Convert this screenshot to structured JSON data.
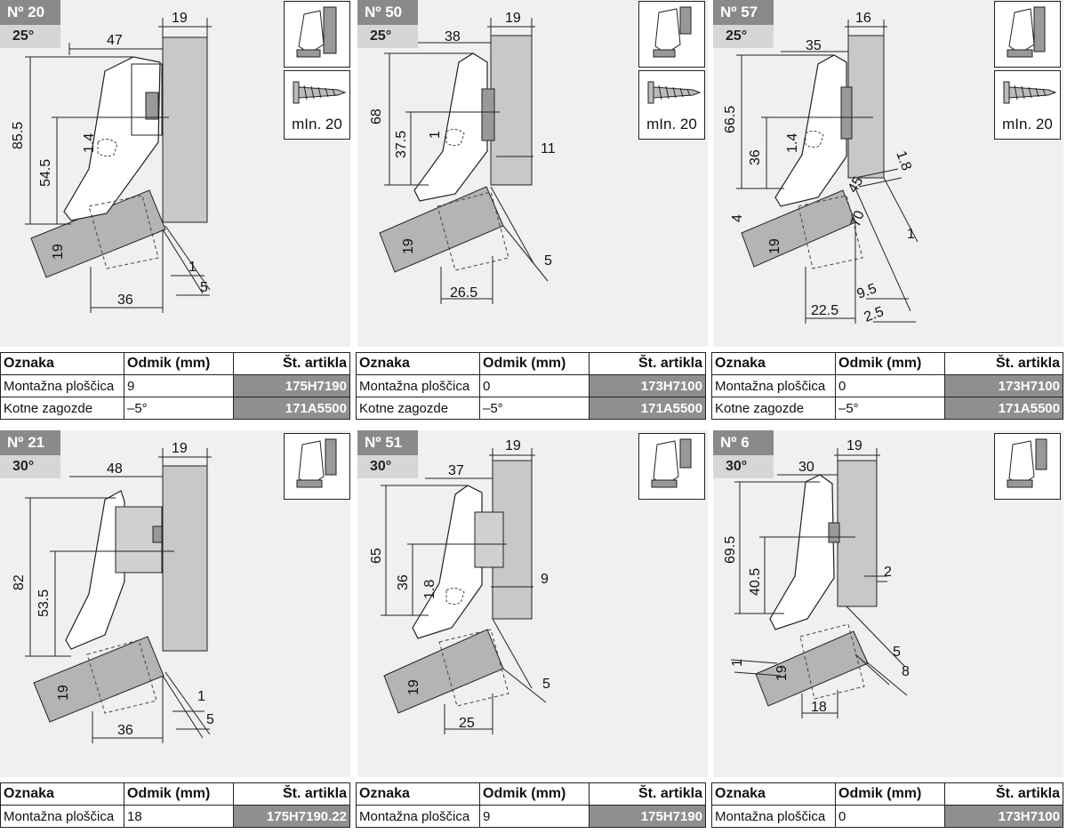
{
  "screw_label": "mIn. 20",
  "table_headers": {
    "designation": "Oznaka",
    "offset": "Odmik (mm)",
    "article": "Št. artikla"
  },
  "panels": [
    {
      "id": "p20",
      "number": "Nº 20",
      "angle": "25°",
      "screw": true,
      "dims": [
        "19",
        "47",
        "85.5",
        "54.5",
        "1.4",
        "19",
        "36",
        "1",
        "5"
      ],
      "rows": [
        {
          "designation": "Montažna ploščica",
          "offset": "9",
          "article": "175H7190"
        },
        {
          "designation": "Kotne zagozde",
          "offset": "–5°",
          "article": "171A5500"
        }
      ]
    },
    {
      "id": "p50",
      "number": "Nº 50",
      "angle": "25°",
      "screw": true,
      "dims": [
        "19",
        "38",
        "68",
        "37.5",
        "1",
        "11",
        "19",
        "26.5",
        "5"
      ],
      "rows": [
        {
          "designation": "Montažna ploščica",
          "offset": "0",
          "article": "173H7100"
        },
        {
          "designation": "Kotne zagozde",
          "offset": "–5°",
          "article": "171A5500"
        }
      ]
    },
    {
      "id": "p57",
      "number": "Nº 57",
      "angle": "25°",
      "screw": true,
      "dims": [
        "16",
        "35",
        "66.5",
        "36",
        "1.4",
        "1.8",
        "45",
        "70",
        "4",
        "19",
        "1",
        "22.5",
        "9.5",
        "2.5"
      ],
      "rows": [
        {
          "designation": "Montažna ploščica",
          "offset": "0",
          "article": "173H7100"
        },
        {
          "designation": "Kotne zagozde",
          "offset": "–5°",
          "article": "171A5500"
        }
      ]
    },
    {
      "id": "p21",
      "number": "Nº 21",
      "angle": "30°",
      "screw": false,
      "dims": [
        "19",
        "48",
        "82",
        "53.5",
        "19",
        "36",
        "1",
        "5"
      ],
      "rows": [
        {
          "designation": "Montažna ploščica",
          "offset": "18",
          "article": "175H7190.22"
        }
      ]
    },
    {
      "id": "p51",
      "number": "Nº 51",
      "angle": "30°",
      "screw": false,
      "dims": [
        "19",
        "37",
        "65",
        "36",
        "1.8",
        "9",
        "19",
        "25",
        "5"
      ],
      "rows": [
        {
          "designation": "Montažna ploščica",
          "offset": "9",
          "article": "175H7190"
        }
      ]
    },
    {
      "id": "p6",
      "number": "Nº 6",
      "angle": "30°",
      "screw": false,
      "dims": [
        "19",
        "30",
        "69.5",
        "40.5",
        "2",
        "1",
        "19",
        "18",
        "5",
        "8"
      ],
      "rows": [
        {
          "designation": "Montažna ploščica",
          "offset": "0",
          "article": "173H7100"
        }
      ]
    }
  ]
}
